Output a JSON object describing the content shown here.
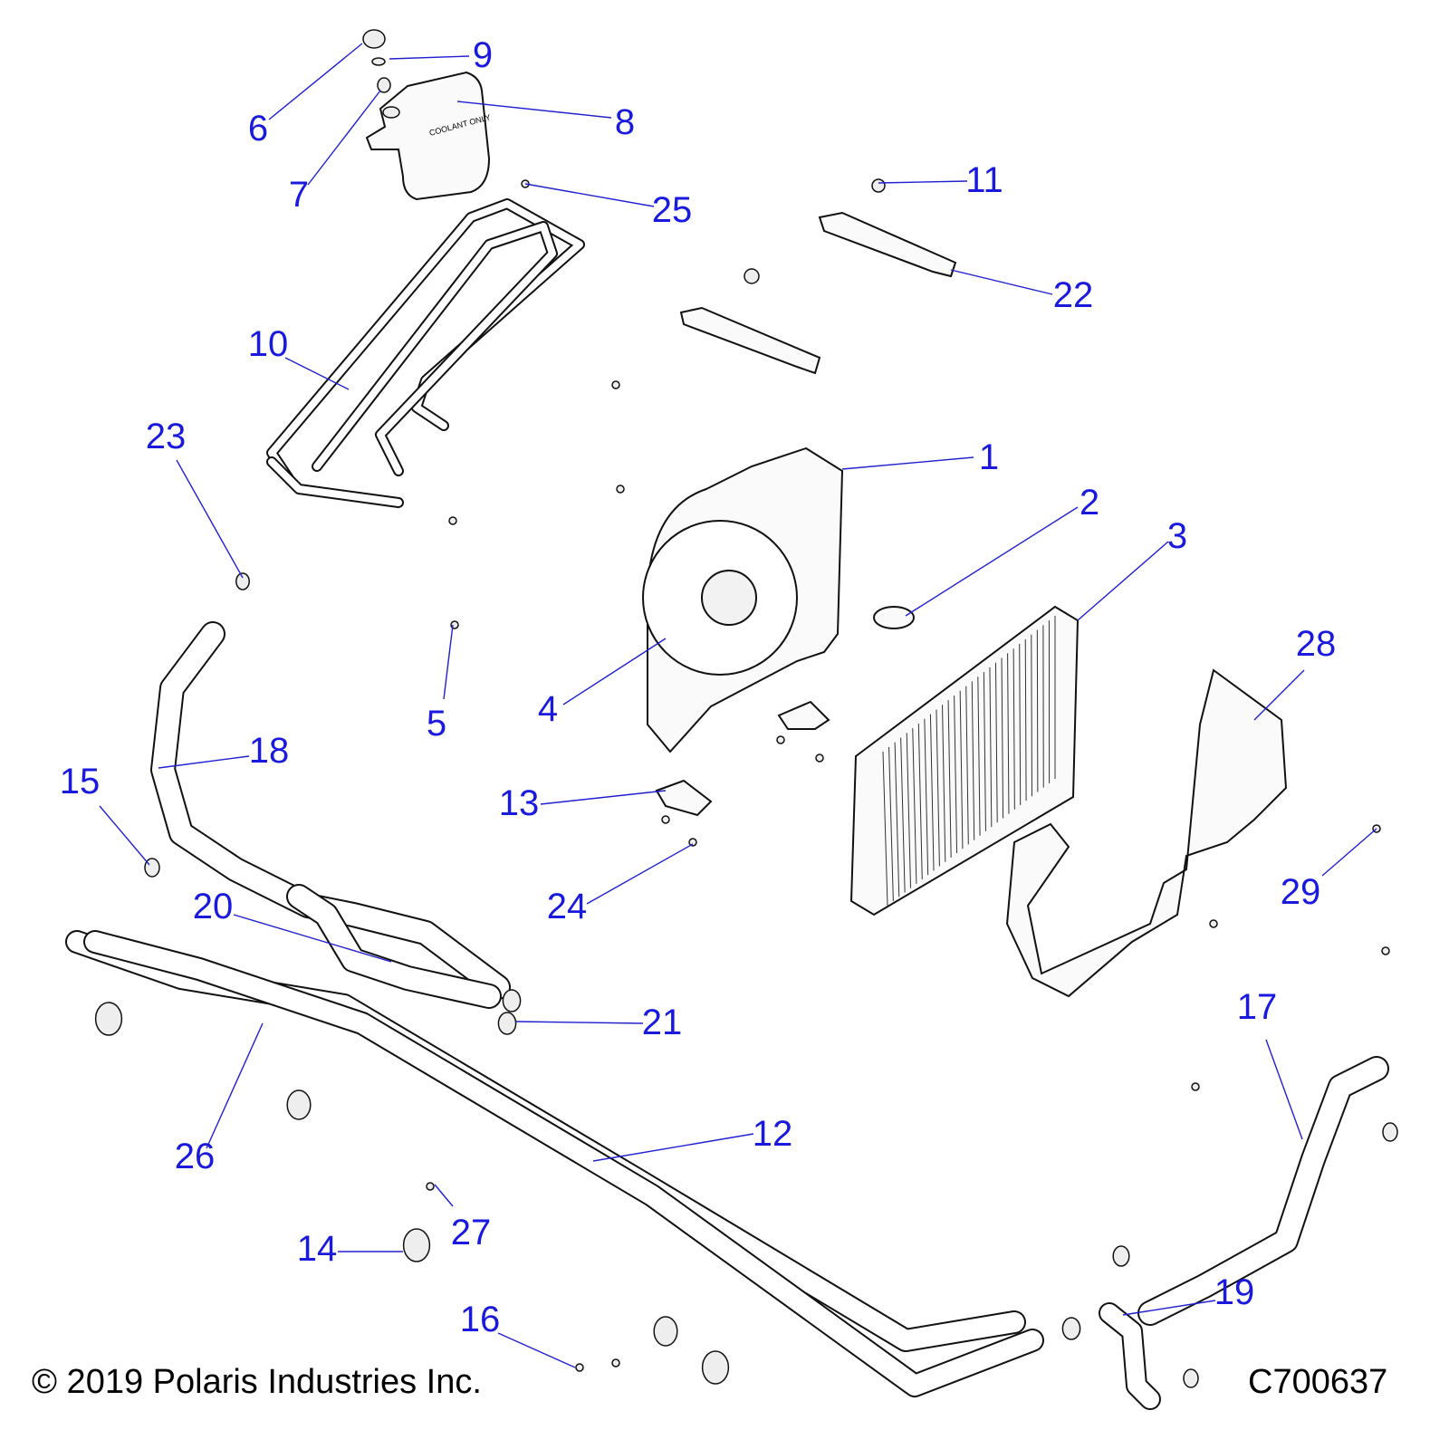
{
  "diagram": {
    "callouts": [
      "1",
      "2",
      "3",
      "4",
      "5",
      "6",
      "7",
      "8",
      "9",
      "10",
      "11",
      "12",
      "13",
      "14",
      "15",
      "16",
      "17",
      "18",
      "19",
      "20",
      "21",
      "22",
      "23",
      "24",
      "25",
      "26",
      "27",
      "28",
      "29"
    ],
    "tank_label": "COOLANT ONLY"
  },
  "footer": {
    "copyright": "© 2019 Polaris Industries Inc.",
    "drawing_number": "C700637"
  }
}
